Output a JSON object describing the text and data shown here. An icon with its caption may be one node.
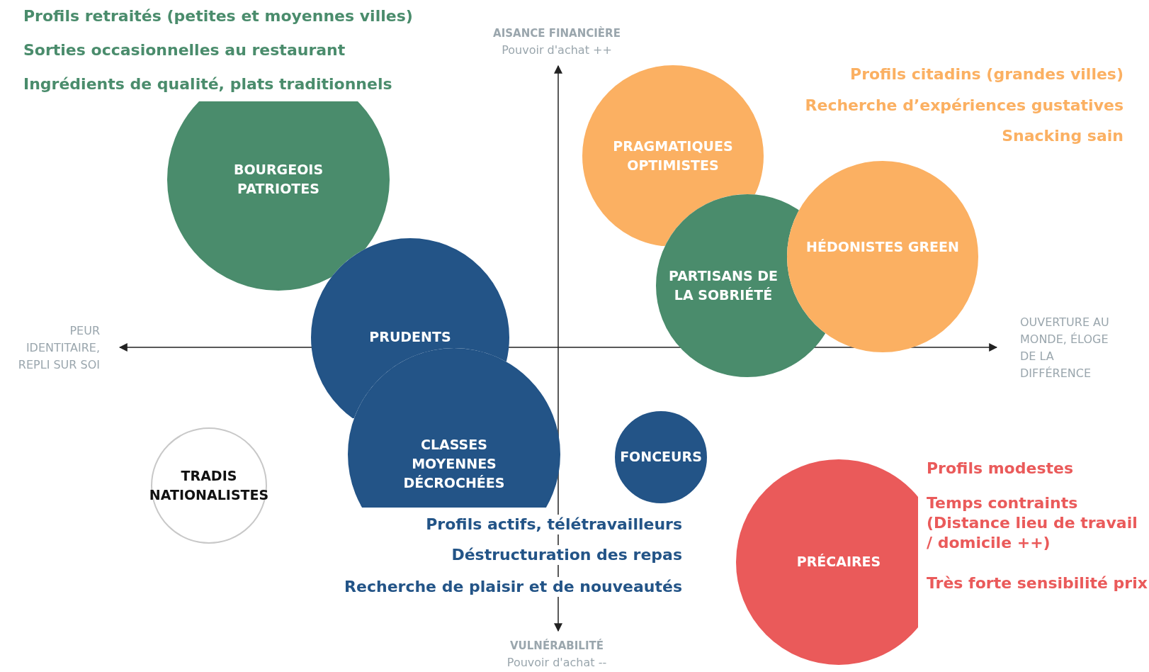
{
  "diagram": {
    "nodes": [
      {
        "text": [
          "BOURGEOIS PATRIOTES"
        ]
      },
      {
        "text": [
          "PRUDENTS"
        ]
      },
      {
        "text": [
          "CLASSES MOYENNES DÉCROCHÉES"
        ]
      },
      {
        "text": [
          "TRADIS NATIONALISTES"
        ]
      },
      {
        "text": [
          "FONCEURS"
        ]
      },
      {
        "text": [
          "PRAGMATIQUES OPTIMISTES"
        ]
      },
      {
        "text": [
          "PARTISANS DE LA SOBRIÉTÉ"
        ]
      },
      {
        "text": [
          "HÉDONISTES GREEN"
        ]
      },
      {
        "text": [
          "PRÉCAIRES"
        ]
      }
    ],
    "edges": [],
    "labels": [
      "Profils retraités (petites et moyennes villes)",
      "Sorties occasionnelles au restaurant",
      "Ingrédients de qualité, plats traditionnels",
      "AISANCE FINANCIÈRE",
      "Pouvoir d'achat ++",
      "Profils citadins (grandes villes)",
      "Recherche d’expériences gustatives",
      "Snacking sain",
      "PEUR IDENTITAIRE, REPLI SUR SOI",
      "OUVERTURE AU MONDE, ÉLOGE DE LA DIFFÉRENCE",
      "Profils modestes",
      "Temps contraints (Distance lieu de travail / domicile ++)",
      "Profils actifs, télétravailleurs",
      "Déstructuration des repas",
      "Très forte sensibilité prix",
      "Recherche de plaisir et de nouveautés",
      "VULNÉRABILITÉ",
      "Pouvoir d'achat --"
    ]
  }
}
